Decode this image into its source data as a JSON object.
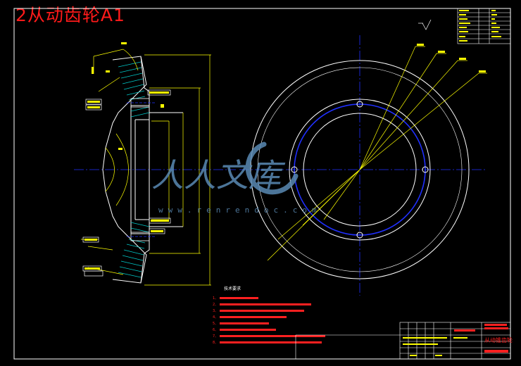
{
  "drawing": {
    "title": "2从动齿轮A1",
    "tech_requirements_title": "技术要求",
    "tech_requirements": [
      "1、",
      "2、",
      "3、",
      "4、",
      "5、",
      "6、",
      "7、",
      "8、"
    ],
    "title_block_name": "从动锥齿轮",
    "watermark_cn": "人人文库",
    "watermark_url": "www.renrendoc.com"
  },
  "colors": {
    "background": "#000000",
    "outline": "#ffffff",
    "dimension": "#ffff00",
    "centerline": "#2030ff",
    "hatch": "#00c8c8",
    "note_red": "#ff2020",
    "watermark": "#5a8ab4"
  }
}
